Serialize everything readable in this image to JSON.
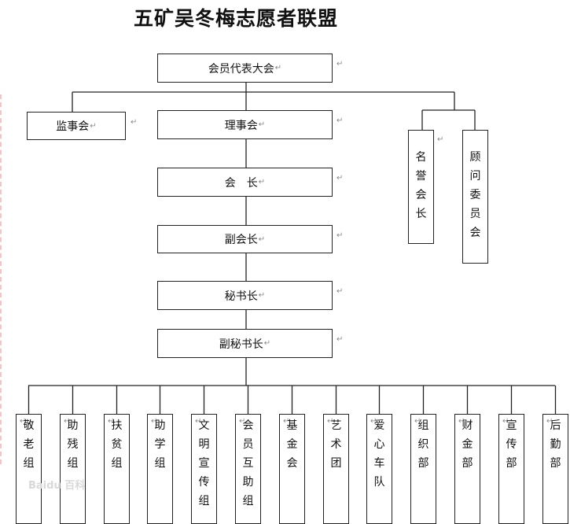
{
  "title": "五矿吴冬梅志愿者联盟",
  "nodes": {
    "congress": "会员代表大会",
    "supervisors": "监事会",
    "council": "理事会",
    "president": "会　长",
    "vice_president": "副会长",
    "secretary_general": "秘书长",
    "deputy_secretary": "副秘书长",
    "honorary_president": "名誉会长",
    "advisory_committee": "顾问委员会"
  },
  "groups": [
    "敬老组",
    "助残组",
    "扶贫组",
    "助学组",
    "文明宣传组",
    "会员互助组",
    "基金会",
    "艺术团",
    "爱心车队",
    "组织部",
    "财金部",
    "宣传部",
    "后勤部"
  ],
  "paragraph_mark": "↵",
  "watermark": "Baidu 百科"
}
